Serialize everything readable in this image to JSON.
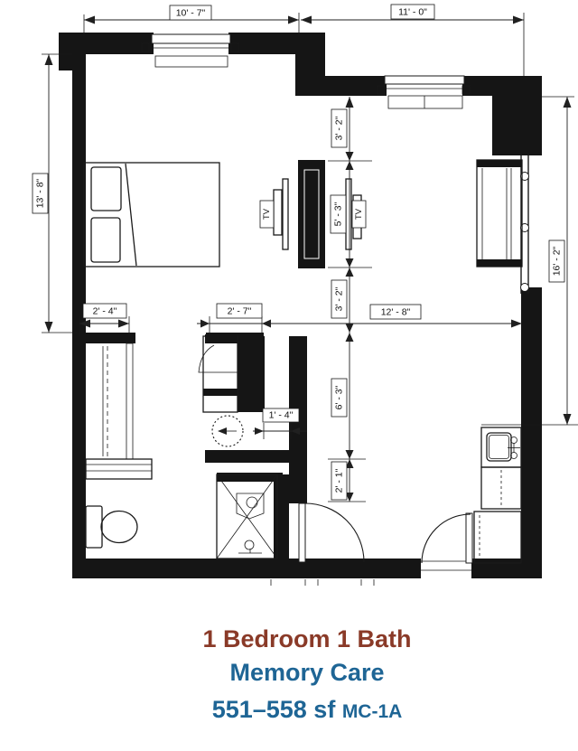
{
  "title": {
    "line1": "1 Bedroom 1 Bath",
    "line2": "Memory Care",
    "line3_main": "551–558 sf ",
    "line3_suffix": "MC-1A",
    "line1_color": "#8a3a28",
    "accent_blue": "#1e6595"
  },
  "dimensions": {
    "top_left": "10' - 7\"",
    "top_right": "11' - 0\"",
    "left": "13' - 8\"",
    "right": "16' - 2\"",
    "chain_1": "3' - 2\"",
    "chain_2": "5' - 3\"",
    "chain_3": "3' - 2\"",
    "chain_4": "6' - 3\"",
    "chain_5": "2' - 1\"",
    "closet_width": "2' - 4\"",
    "vanity_width": "2' - 7\"",
    "living_width": "12' - 8\"",
    "nook_width": "1' - 4\""
  },
  "labels": {
    "tv_left": "TV",
    "tv_right": "TV"
  }
}
